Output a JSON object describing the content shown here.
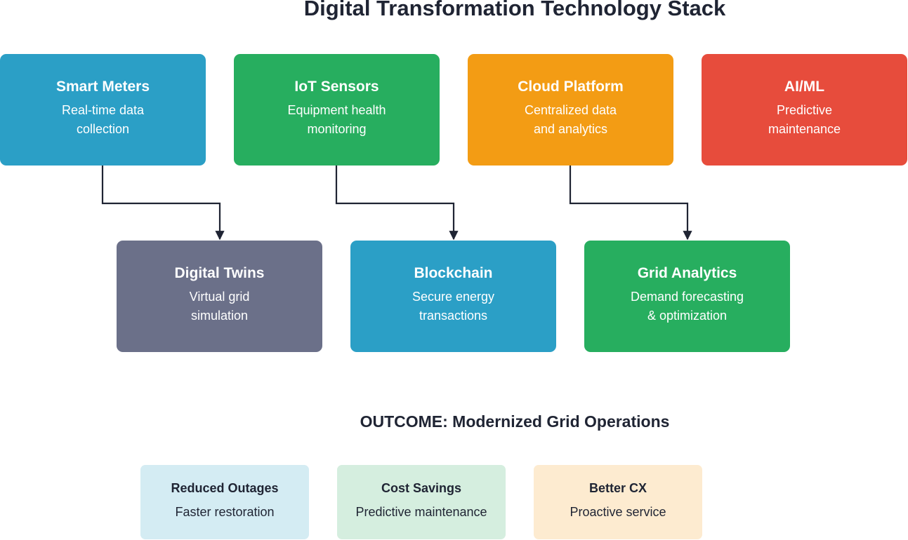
{
  "title": "Digital Transformation Technology Stack",
  "top_row": [
    {
      "name": "Smart Meters",
      "desc": "Real-time data\ncollection",
      "color": "#2b9fc6"
    },
    {
      "name": "IoT Sensors",
      "desc": "Equipment health\nmonitoring",
      "color": "#27ae5f"
    },
    {
      "name": "Cloud Platform",
      "desc": "Centralized data\nand analytics",
      "color": "#f39c14"
    },
    {
      "name": "AI/ML",
      "desc": "Predictive\nmaintenance",
      "color": "#e74c3c"
    }
  ],
  "middle_row": [
    {
      "name": "Digital Twins",
      "desc": "Virtual grid\nsimulation",
      "color": "#6b7089"
    },
    {
      "name": "Blockchain",
      "desc": "Secure energy\ntransactions",
      "color": "#2b9fc6"
    },
    {
      "name": "Grid Analytics",
      "desc": "Demand forecasting\n& optimization",
      "color": "#27ae5f"
    }
  ],
  "outcome": {
    "title": "OUTCOME: Modernized Grid Operations",
    "items": [
      {
        "name": "Reduced Outages",
        "desc": "Faster restoration",
        "color": "#d4ecf3"
      },
      {
        "name": "Cost Savings",
        "desc": "Predictive maintenance",
        "color": "#d5eedf"
      },
      {
        "name": "Better CX",
        "desc": "Proactive service",
        "color": "#fdebd0"
      }
    ]
  },
  "connector_color": "#1f2433"
}
